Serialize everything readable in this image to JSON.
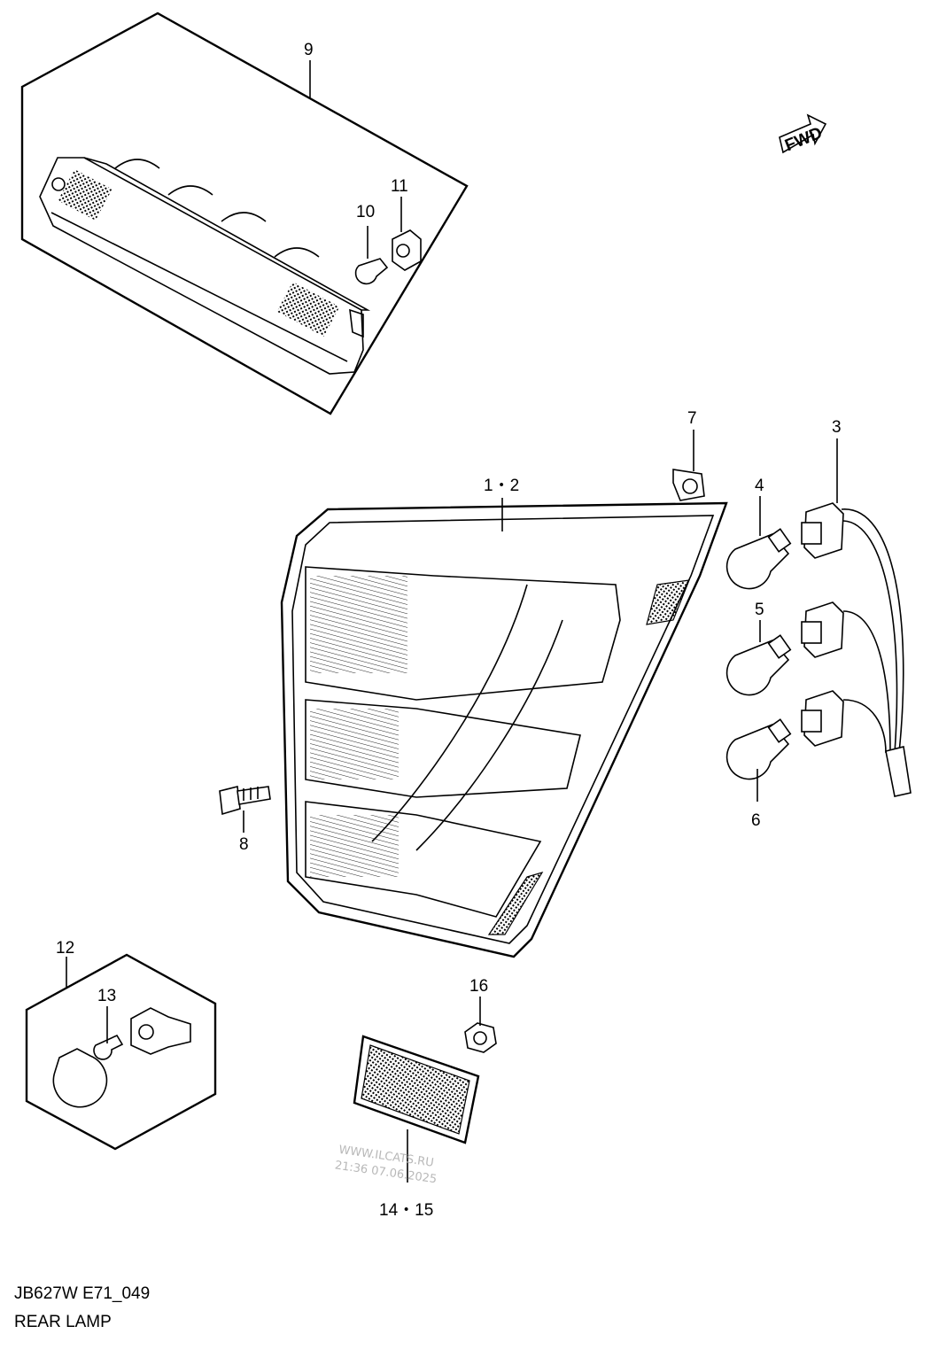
{
  "callouts": [
    {
      "id": "label-9",
      "text": "9"
    },
    {
      "id": "label-10",
      "text": "10"
    },
    {
      "id": "label-11",
      "text": "11"
    },
    {
      "id": "label-1-2",
      "text": "1・2"
    },
    {
      "id": "label-7",
      "text": "7"
    },
    {
      "id": "label-3",
      "text": "3"
    },
    {
      "id": "label-4",
      "text": "4"
    },
    {
      "id": "label-5",
      "text": "5"
    },
    {
      "id": "label-6",
      "text": "6"
    },
    {
      "id": "label-8",
      "text": "8"
    },
    {
      "id": "label-12",
      "text": "12"
    },
    {
      "id": "label-13",
      "text": "13"
    },
    {
      "id": "label-16",
      "text": "16"
    },
    {
      "id": "label-14-15",
      "text": "14・15"
    }
  ],
  "fwd_arrow": "FWD",
  "footer": {
    "code": "JB627W E71_049",
    "title": "REAR LAMP"
  },
  "watermark": {
    "site": "WWW.ILCATS.RU",
    "timestamp": "21:36 07.06.2025"
  }
}
